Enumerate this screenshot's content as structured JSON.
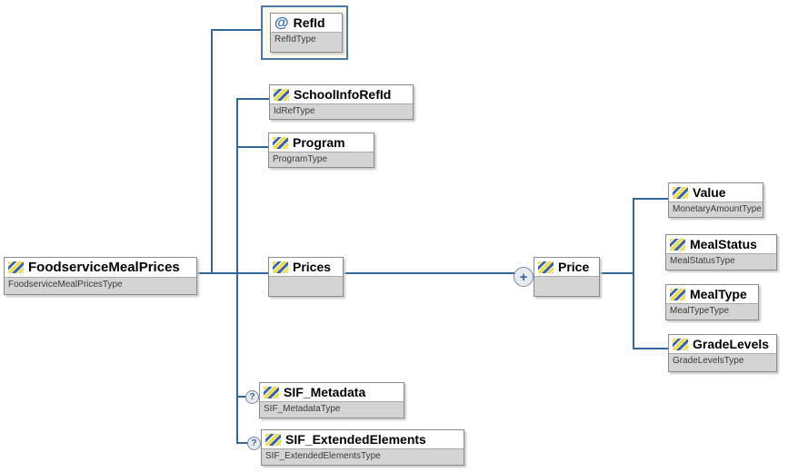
{
  "diagram": {
    "background": "#ffffff",
    "line_color": "#336699",
    "box_border_color": "#8c8c8c",
    "type_strip_color": "#d4d4d4",
    "attribute_container_bg": "#fcfaec",
    "attribute_container_border": "#4878a8",
    "icon_yellow": "#f2de3a",
    "icon_blue": "#3b64ad"
  },
  "glyphs": {
    "attribute": "@",
    "optional": "?",
    "expand": "+"
  },
  "nodes": {
    "root": {
      "label": "FoodserviceMealPrices",
      "type": "FoodserviceMealPricesType"
    },
    "refid": {
      "label": "RefId",
      "type": "RefIdType"
    },
    "schoolinforefid": {
      "label": "SchoolInfoRefId",
      "type": "IdRefType"
    },
    "program": {
      "label": "Program",
      "type": "ProgramType"
    },
    "prices": {
      "label": "Prices",
      "type": ""
    },
    "price": {
      "label": "Price",
      "type": ""
    },
    "value": {
      "label": "Value",
      "type": "MonetaryAmountType"
    },
    "mealstatus": {
      "label": "MealStatus",
      "type": "MealStatusType"
    },
    "mealtype": {
      "label": "MealType",
      "type": "MealTypeType"
    },
    "gradelevels": {
      "label": "GradeLevels",
      "type": "GradeLevelsType"
    },
    "sif_metadata": {
      "label": "SIF_Metadata",
      "type": "SIF_MetadataType"
    },
    "sif_extendedelements": {
      "label": "SIF_ExtendedElements",
      "type": "SIF_ExtendedElementsType"
    }
  }
}
